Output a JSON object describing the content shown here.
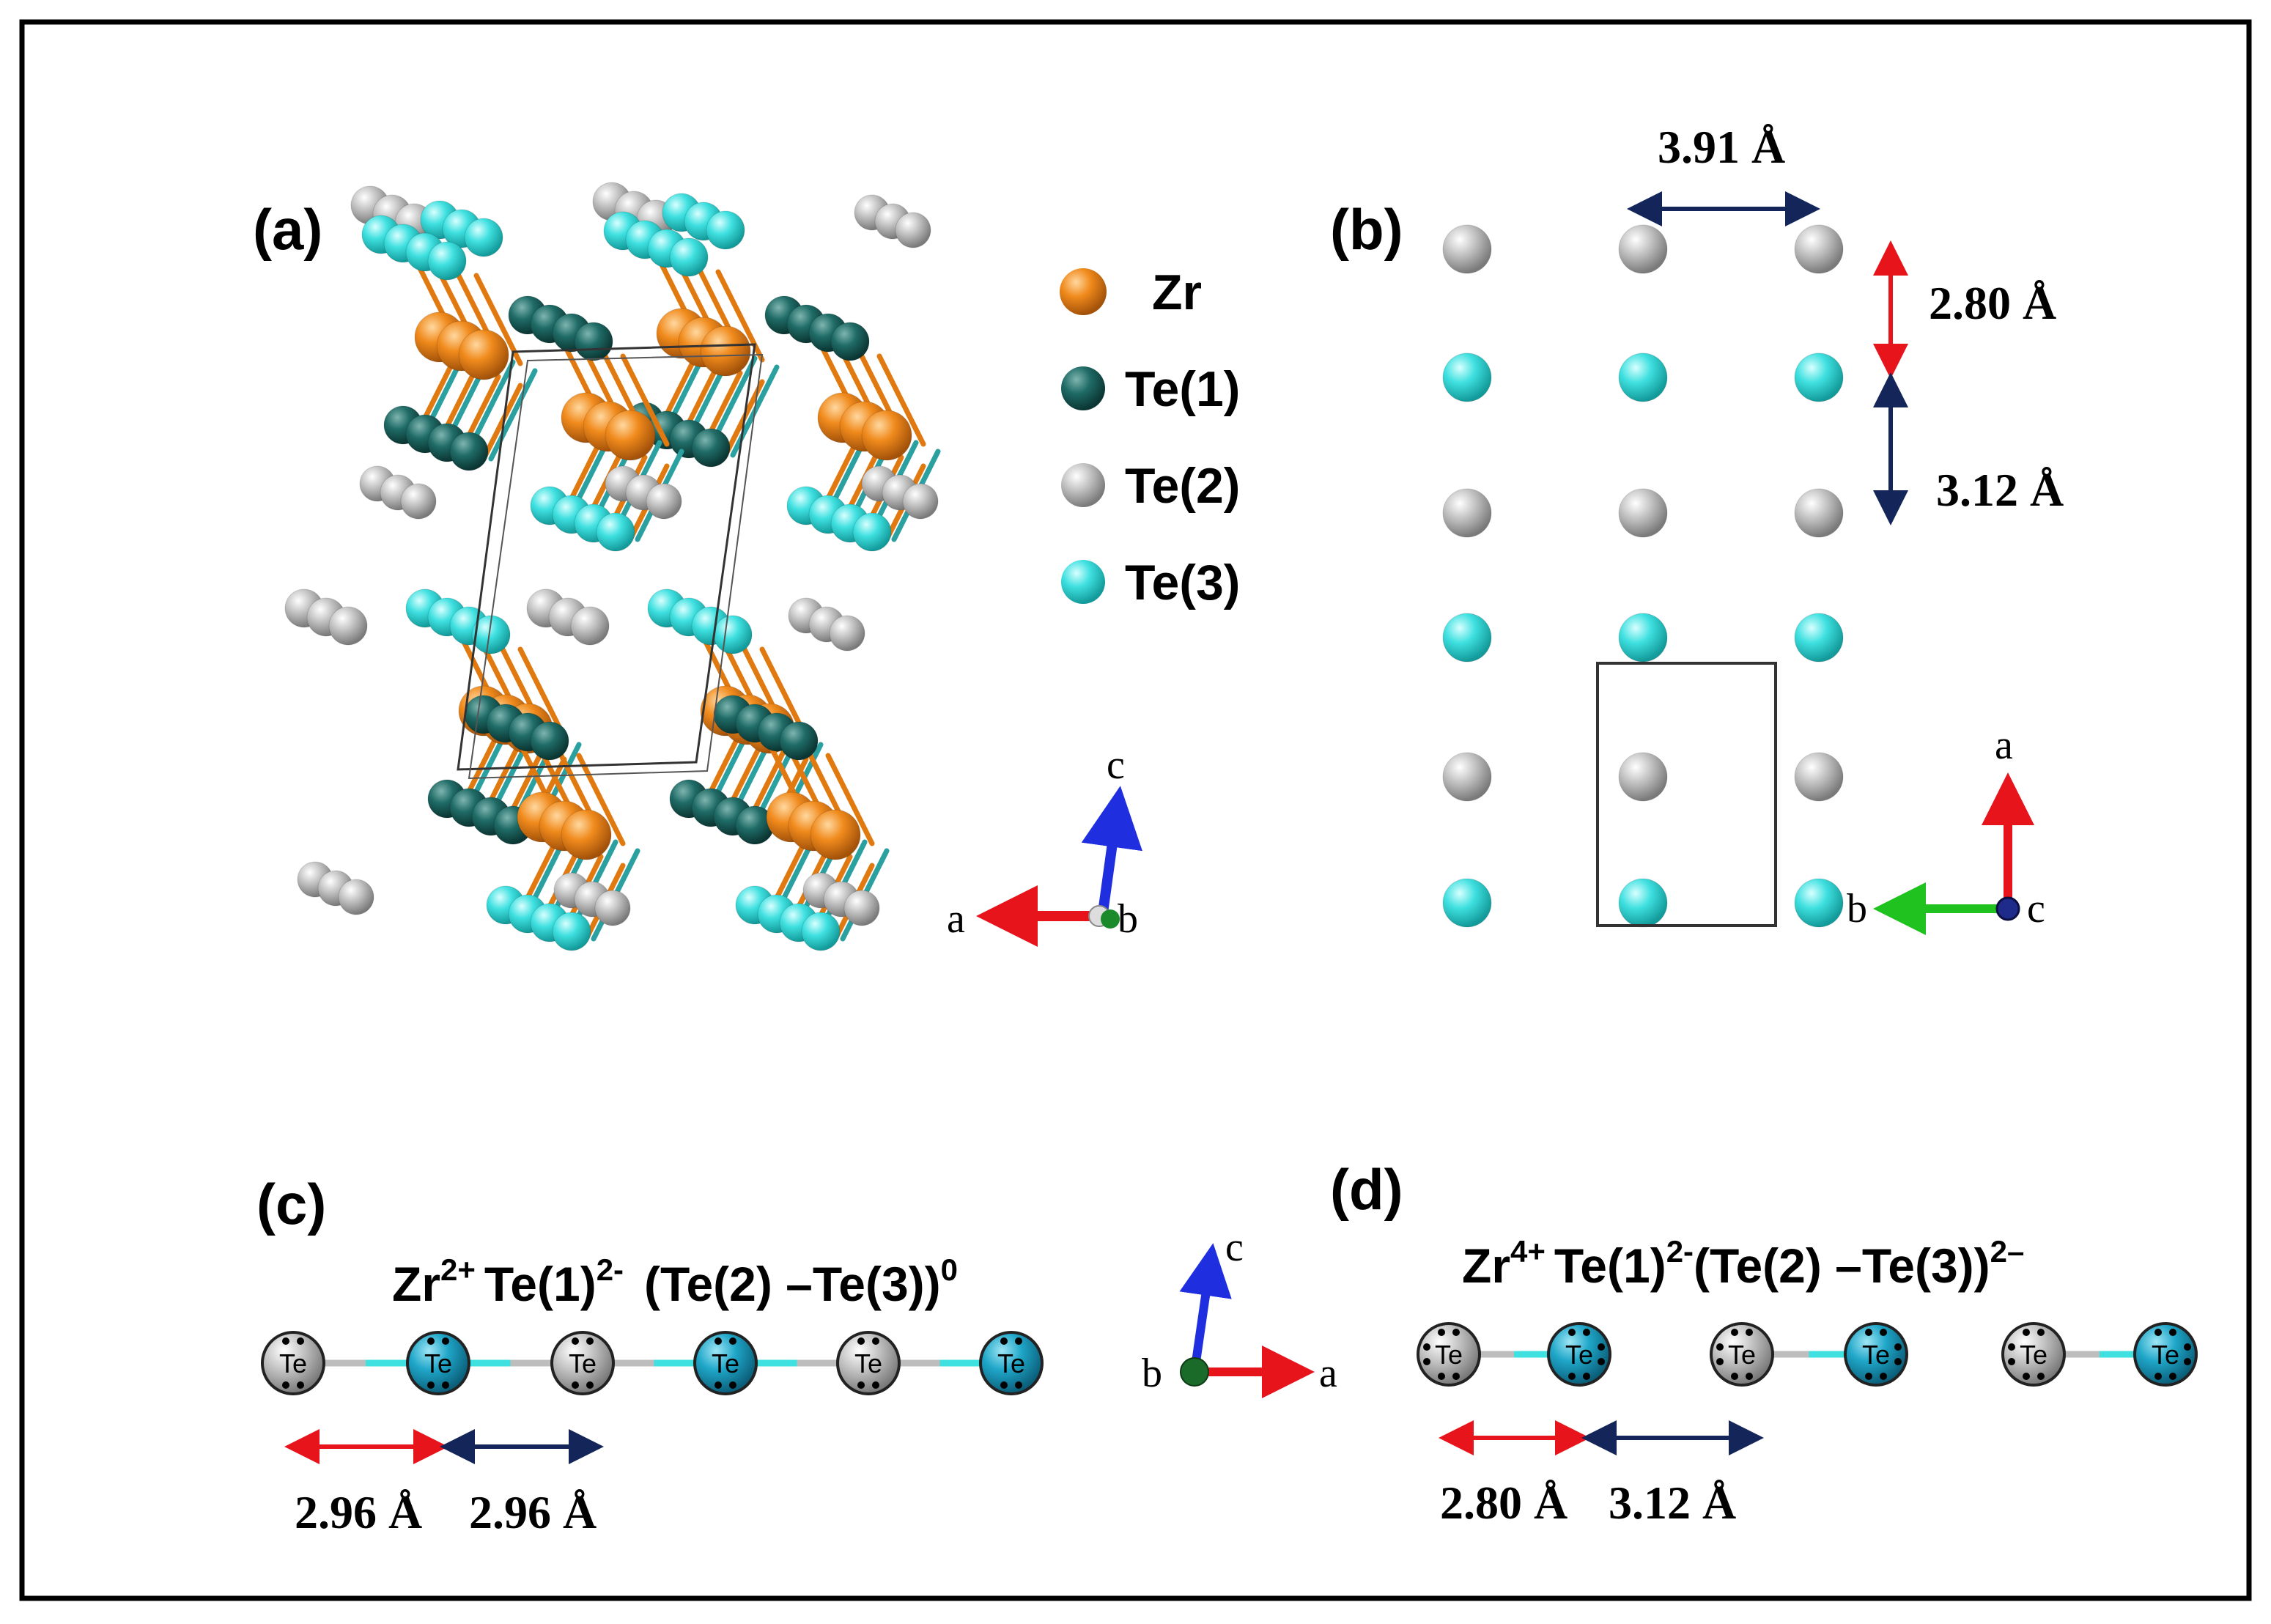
{
  "panels": {
    "a": {
      "label": "(a)",
      "legend": [
        {
          "symbol": "Zr",
          "label": "Zr",
          "color": "#f08a1c"
        },
        {
          "symbol": "Te1",
          "label": "Te(1)",
          "color": "#1f6b66"
        },
        {
          "symbol": "Te2",
          "label": "Te(2)",
          "color": "#bdbdbd"
        },
        {
          "symbol": "Te3",
          "label": "Te(3)",
          "color": "#3fe0e0"
        }
      ],
      "axes": {
        "a": "a",
        "b": "b",
        "c": "c"
      }
    },
    "b": {
      "label": "(b)",
      "distances": {
        "horizontal": "3.91 Å",
        "short": "2.80 Å",
        "long": "3.12 Å"
      },
      "axes": {
        "a": "a",
        "b": "b",
        "c": "c"
      }
    },
    "c": {
      "label": "(c)",
      "formula": {
        "zr": "Zr",
        "zr_sup": "2+",
        "te1": "Te(1)",
        "te1_sup": "2-",
        "chain": "(Te(2) –Te(3))",
        "chain_sup": "0"
      },
      "atom_label": "Te",
      "distances": [
        "2.96 Å",
        "2.96 Å"
      ],
      "axes": {
        "a": "a",
        "b": "b",
        "c": "c"
      }
    },
    "d": {
      "label": "(d)",
      "formula": {
        "zr": "Zr",
        "zr_sup": "4+",
        "te1": "Te(1)",
        "te1_sup": "2-",
        "chain": "(Te(2) –Te(3))",
        "chain_sup": "2–"
      },
      "atom_label": "Te",
      "distances": [
        "2.80 Å",
        "3.12 Å"
      ]
    }
  },
  "colors": {
    "zr": "#f08a1c",
    "te1": "#1f6b66",
    "te2": "#bdbdbd",
    "te3": "#3fe0e0",
    "te3_dark": "#1fa6c8",
    "arrow_red": "#e8141c",
    "arrow_navy": "#14255a",
    "axis_green": "#1fc21f",
    "axis_blue": "#1f2fe0"
  }
}
